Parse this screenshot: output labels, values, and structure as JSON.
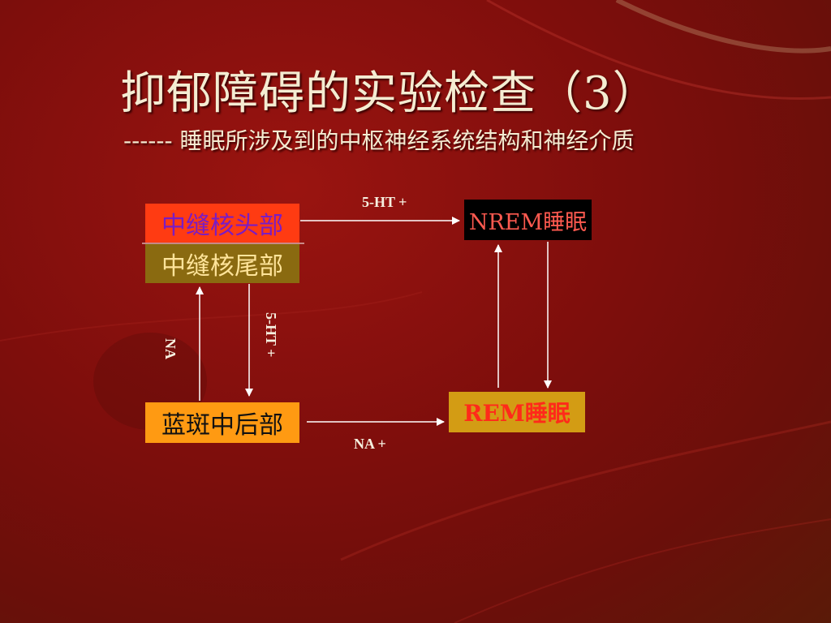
{
  "slide": {
    "title": "抑郁障碍的实验检查（3）",
    "subtitle": "------  睡眠所涉及到的中枢神经系统结构和神经介质"
  },
  "diagram": {
    "nodes": {
      "raphe_head": "中缝核头部",
      "raphe_tail": "中缝核尾部",
      "locus": "蓝斑中后部",
      "nrem": "NREM睡眠",
      "rem": "REM睡眠"
    },
    "edge_labels": {
      "raphe_to_nrem": "5-HT  +",
      "locus_to_rem": "NA  +",
      "tail_to_locus": "5-HT +",
      "locus_to_tail": "NA"
    }
  },
  "colors": {
    "background": "#7e0e0c",
    "text_light": "#f4ecd2",
    "arrow": "#ffffff"
  }
}
